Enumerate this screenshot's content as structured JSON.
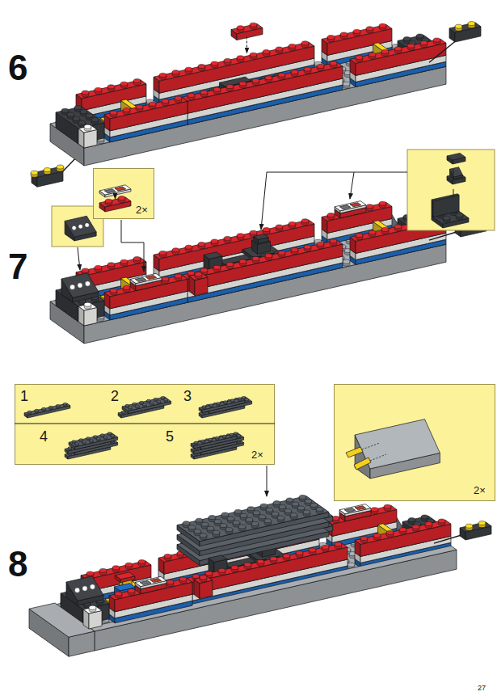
{
  "diagram": {
    "nodes": [
      {
        "text": [
          "2×"
        ]
      },
      {
        "text": [
          "1",
          "2",
          "3",
          "4",
          "5",
          "2×"
        ]
      },
      {
        "text": [
          "2×"
        ]
      }
    ],
    "edges": [],
    "labels": [
      "6",
      "7",
      "8",
      "27"
    ]
  }
}
